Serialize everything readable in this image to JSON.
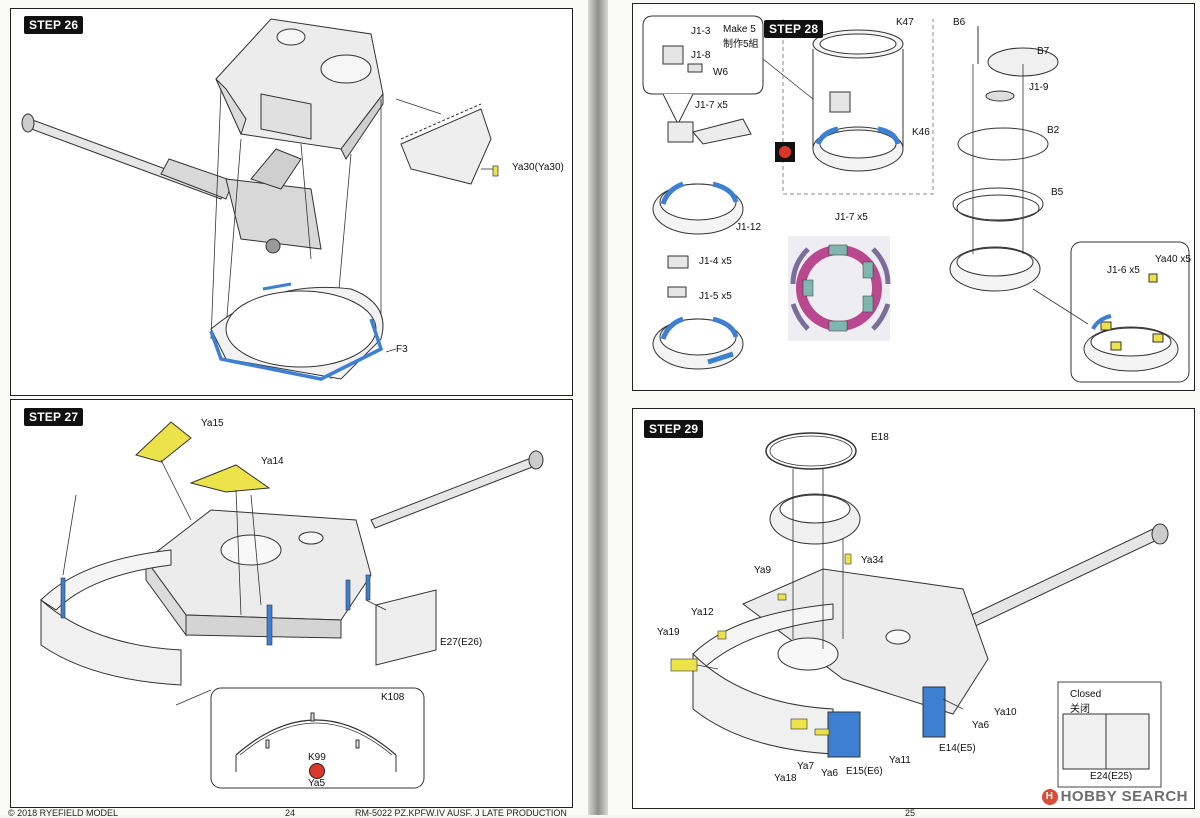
{
  "colors": {
    "blue_parts": "#3d7fd1",
    "yellow_parts": "#ece34a",
    "magenta_parts": "#b9488f",
    "teal_parts": "#7fb7b0",
    "line": "#333333"
  },
  "steps": {
    "step26": {
      "title": "STEP 26",
      "labels": {
        "ya30": "Ya30(Ya30)",
        "f3": "F3"
      }
    },
    "step27": {
      "title": "STEP 27",
      "labels": {
        "ya15": "Ya15",
        "ya14": "Ya14",
        "e27": "E27(E26)",
        "k108": "K108",
        "k99": "K99",
        "ya5": "Ya5"
      }
    },
    "step28": {
      "title": "STEP 28",
      "labels": {
        "j1_3": "J1-3",
        "make5": "Make 5",
        "make5_cn": "制作5組",
        "j1_8": "J1-8",
        "w6": "W6",
        "j1_7x5_top": "J1-7 x5",
        "j1_12": "J1-12",
        "j1_4x5": "J1-4 x5",
        "j1_5x5": "J1-5 x5",
        "k47": "K47",
        "k46": "K46",
        "j1_7x5_ring": "J1-7 x5",
        "b6": "B6",
        "b7": "B7",
        "j1_9": "J1-9",
        "b2": "B2",
        "b5": "B5",
        "ya40x5": "Ya40 x5",
        "j1_6x5": "J1-6 x5"
      }
    },
    "step29": {
      "title": "STEP 29",
      "labels": {
        "e18": "E18",
        "ya34": "Ya34",
        "ya9": "Ya9",
        "ya12": "Ya12",
        "ya19": "Ya19",
        "ya10": "Ya10",
        "ya6_right": "Ya6",
        "e14": "E14(E5)",
        "ya7": "Ya7",
        "ya18": "Ya18",
        "ya6_left": "Ya6",
        "e15": "E15(E6)",
        "ya11": "Ya11",
        "closed": "Closed",
        "closed_cn": "关闭",
        "e24": "E24(E25)"
      }
    }
  },
  "footer": {
    "copyright": "© 2018 RYEFIELD MODEL",
    "page_number": "24",
    "product": "RM-5022 PZ.KPFW.IV AUSF. J LATE PRODUCTION",
    "page_number_right": "25"
  },
  "watermark": {
    "logo": "H",
    "text": "HOBBY SEARCH"
  }
}
